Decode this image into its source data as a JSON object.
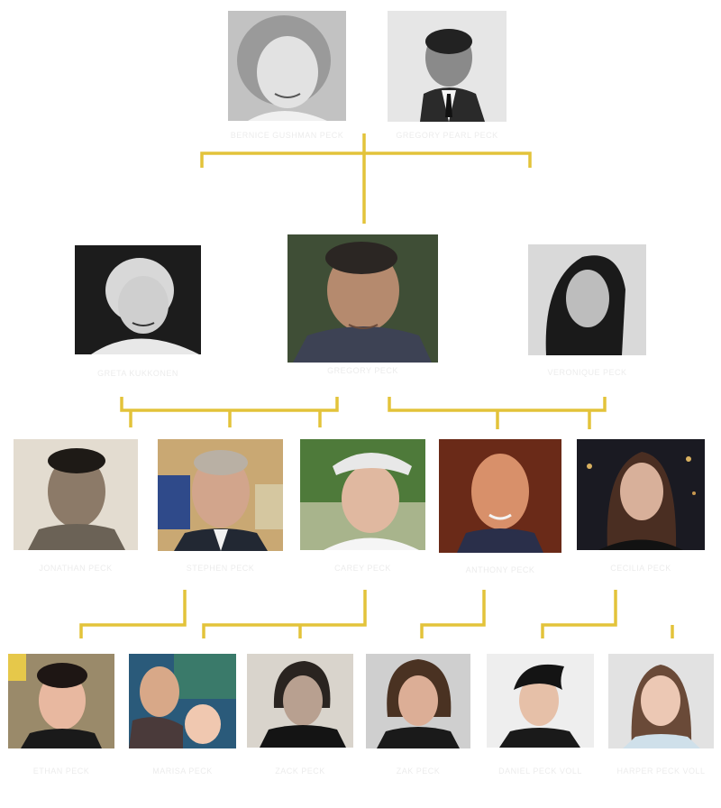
{
  "title": "",
  "accent_color": "#e3c33a",
  "generations": [
    {
      "members": [
        {
          "id": "p1",
          "name": "BERNICE GUSHMAN PECK"
        },
        {
          "id": "p2",
          "name": "GREGORY PEARL PECK"
        }
      ]
    },
    {
      "members": [
        {
          "id": "p3",
          "name": "GRETA KUKKONEN"
        },
        {
          "id": "p4",
          "name": "GREGORY PECK"
        },
        {
          "id": "p5",
          "name": "VERONIQUE PECK"
        }
      ]
    },
    {
      "members": [
        {
          "id": "p6",
          "name": "JONATHAN PECK"
        },
        {
          "id": "p7",
          "name": "STEPHEN PECK"
        },
        {
          "id": "p8",
          "name": "CAREY PECK"
        },
        {
          "id": "p9",
          "name": "ANTHONY PECK"
        },
        {
          "id": "p10",
          "name": "CECILIA PECK"
        }
      ]
    },
    {
      "members": [
        {
          "id": "p11",
          "name": "ETHAN PECK"
        },
        {
          "id": "p12",
          "name": "MARISA PECK"
        },
        {
          "id": "p13",
          "name": "ZACK PECK"
        },
        {
          "id": "p14",
          "name": "ZAK PECK"
        },
        {
          "id": "p15",
          "name": "DANIEL PECK VOLL"
        },
        {
          "id": "p16",
          "name": "HARPER PECK VOLL"
        }
      ]
    }
  ]
}
